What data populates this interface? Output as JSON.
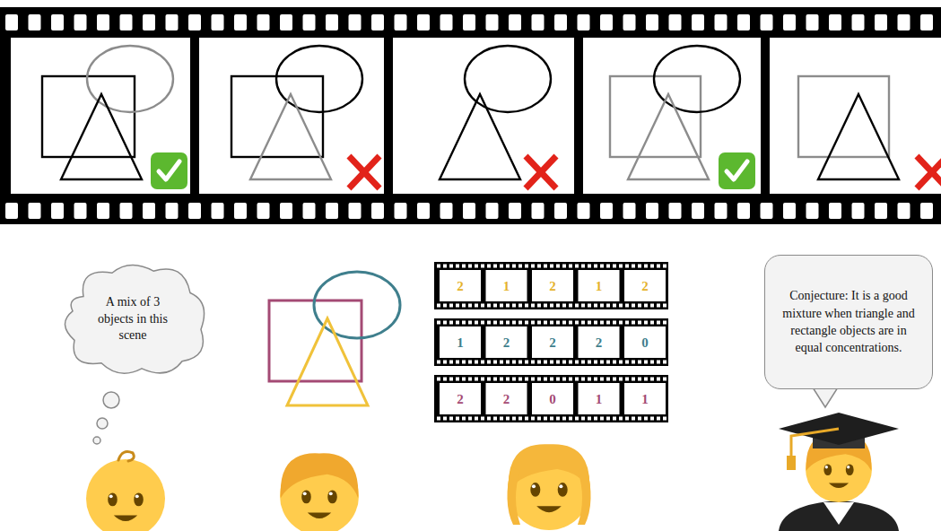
{
  "diagram": {
    "nodes": [
      {
        "text": [
          "A mix of 3 objects in this scene"
        ]
      },
      {
        "text": [
          "Conjecture: It is a good mixture when triangle and rectangle objects are in equal concentrations."
        ]
      }
    ],
    "labels": [
      "2",
      "1",
      "2",
      "1",
      "2",
      "1",
      "2",
      "2",
      "2",
      "0",
      "2",
      "2",
      "0",
      "1",
      "1"
    ]
  }
}
